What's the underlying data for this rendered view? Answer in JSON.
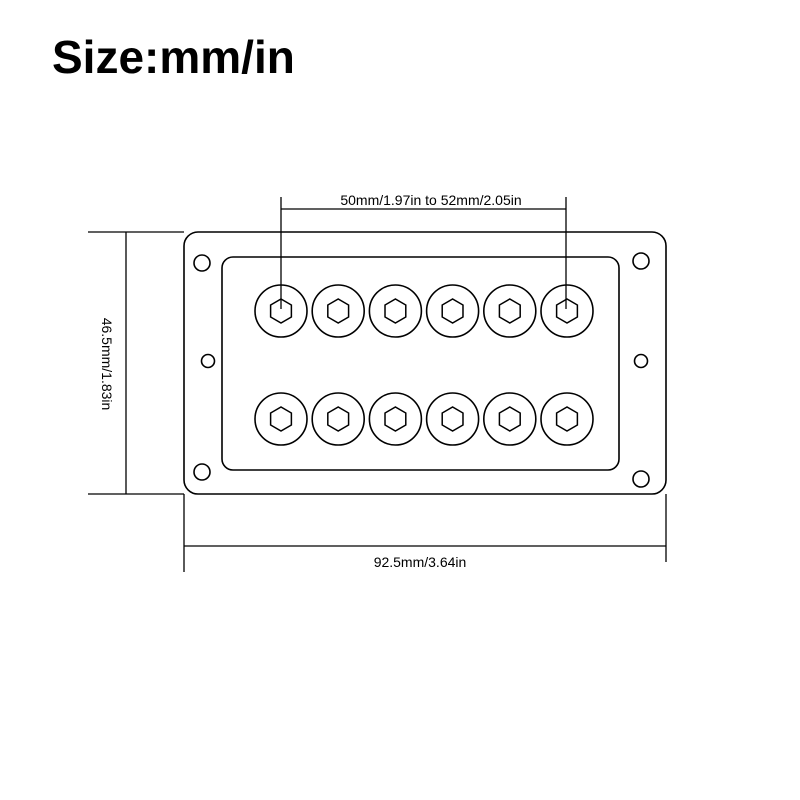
{
  "title": "Size:mm/in",
  "dimensions": {
    "pole_spacing": "50mm/1.97in to 52mm/2.05in",
    "height": "46.5mm/1.83in",
    "width": "92.5mm/3.64in"
  },
  "pickup": {
    "pole_rows": 2,
    "poles_per_row": 6,
    "mounting_holes": 6,
    "pole_head_icon": "hex-socket-icon"
  },
  "colors": {
    "line": "#000000",
    "background": "#ffffff"
  }
}
